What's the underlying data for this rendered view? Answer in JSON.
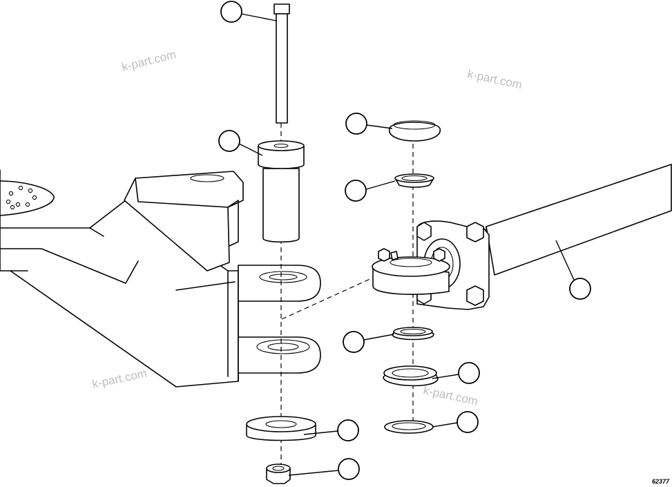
{
  "diagram": {
    "reference_number": "62377",
    "watermarks": [
      "k-part.com",
      "k-part.com",
      "k-part.com",
      "k-part.com"
    ]
  },
  "callouts": [
    {
      "id": "bolt"
    },
    {
      "id": "bushing"
    },
    {
      "id": "grease-cap"
    },
    {
      "id": "upper-seal"
    },
    {
      "id": "steering-cylinder"
    },
    {
      "id": "lower-seal"
    },
    {
      "id": "bearing-cup"
    },
    {
      "id": "washer"
    },
    {
      "id": "spacer"
    },
    {
      "id": "nut"
    }
  ]
}
